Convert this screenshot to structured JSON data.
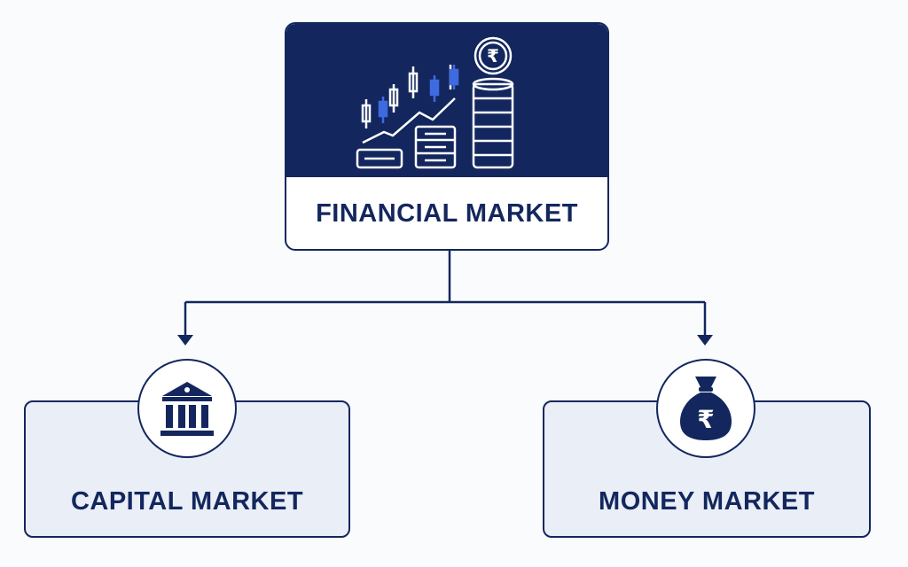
{
  "root": {
    "label": "FINANCIAL MARKET",
    "icon": "candlestick-chart-with-rupee-coin-stacks-icon",
    "currency_symbol": "₹"
  },
  "children": [
    {
      "label": "CAPITAL MARKET",
      "icon": "bank-building-icon"
    },
    {
      "label": "MONEY MARKET",
      "icon": "rupee-money-bag-icon",
      "currency_symbol": "₹"
    }
  ],
  "colors": {
    "navy": "#13275e",
    "card_fill": "#eaeef7",
    "accent_blue": "#3f6be0",
    "background": "#fafbfd"
  }
}
